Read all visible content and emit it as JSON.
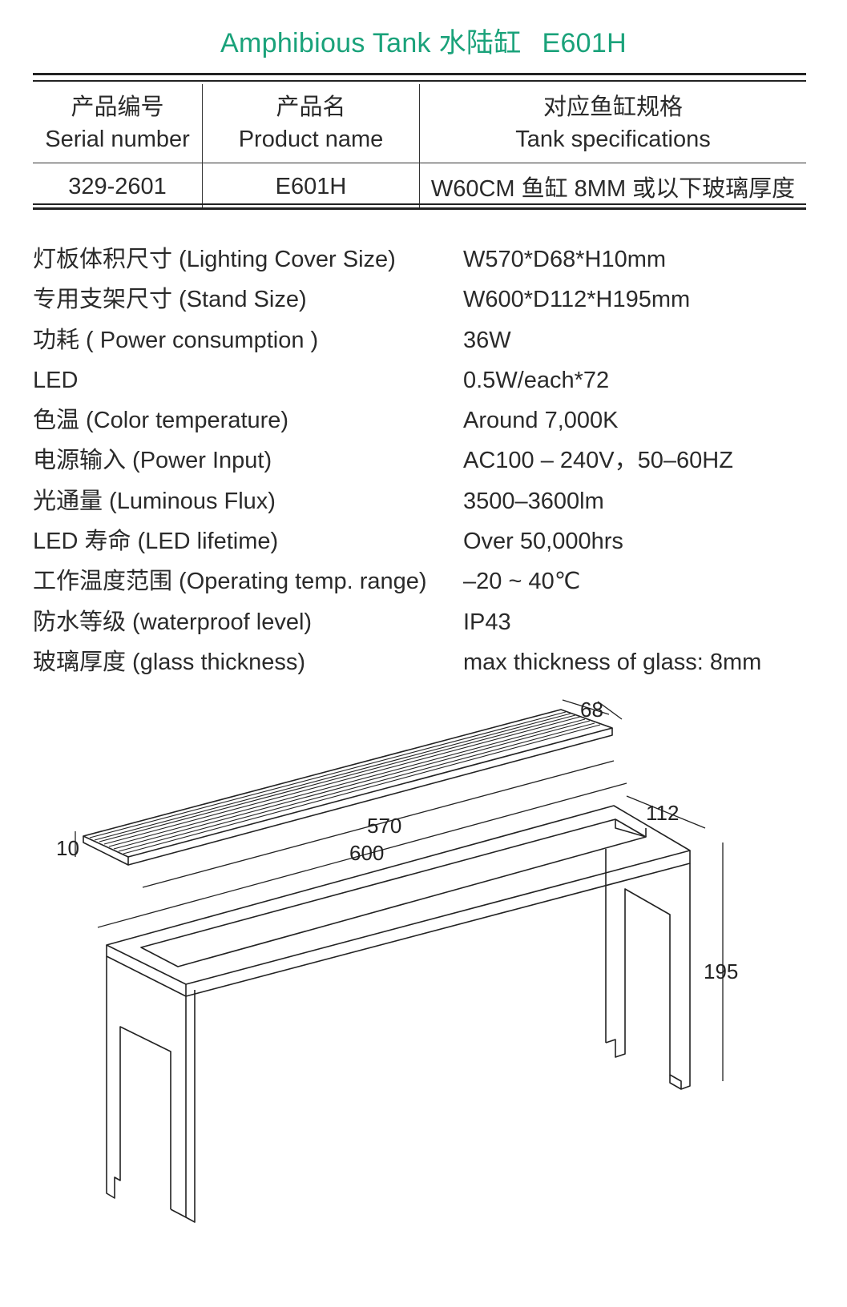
{
  "title": {
    "en": "Amphibious Tank",
    "cn": "水陆缸",
    "model": "E601H"
  },
  "table": {
    "headers": [
      {
        "cn": "产品编号",
        "en": "Serial number"
      },
      {
        "cn": "产品名",
        "en": "Product name"
      },
      {
        "cn": "对应鱼缸规格",
        "en": "Tank specifications"
      }
    ],
    "row": [
      "329-2601",
      "E601H",
      "W60CM 鱼缸 8MM 或以下玻璃厚度"
    ]
  },
  "specs": [
    {
      "label": "灯板体积尺寸 (Lighting Cover Size)",
      "value": "W570*D68*H10mm"
    },
    {
      "label": "专用支架尺寸 (Stand Size)",
      "value": "W600*D112*H195mm"
    },
    {
      "label": "功耗 ( Power consumption )",
      "value": "36W"
    },
    {
      "label": "LED",
      "value": "0.5W/each*72"
    },
    {
      "label": "色温 (Color temperature)",
      "value": "Around 7,000K"
    },
    {
      "label": "电源输入 (Power Input)",
      "value": "AC100 – 240V，50–60HZ"
    },
    {
      "label": "光通量 (Luminous Flux)",
      "value": "3500–3600lm"
    },
    {
      "label": "LED 寿命 (LED lifetime)",
      "value": "Over 50,000hrs"
    },
    {
      "label": "工作温度范围 (Operating temp. range)",
      "value": "–20 ~ 40℃"
    },
    {
      "label": "防水等级 (waterproof level)",
      "value": "IP43"
    },
    {
      "label": "玻璃厚度 (glass thickness)",
      "value": "max thickness of glass: 8mm"
    }
  ],
  "drawing": {
    "dims": {
      "depth_cover": "68",
      "width_cover": "570",
      "height_cover": "10",
      "width_stand": "600",
      "depth_stand": "112",
      "height_stand": "195"
    }
  },
  "colors": {
    "title": "#1aa27a",
    "text": "#2a2a2a",
    "line": "#222222"
  }
}
